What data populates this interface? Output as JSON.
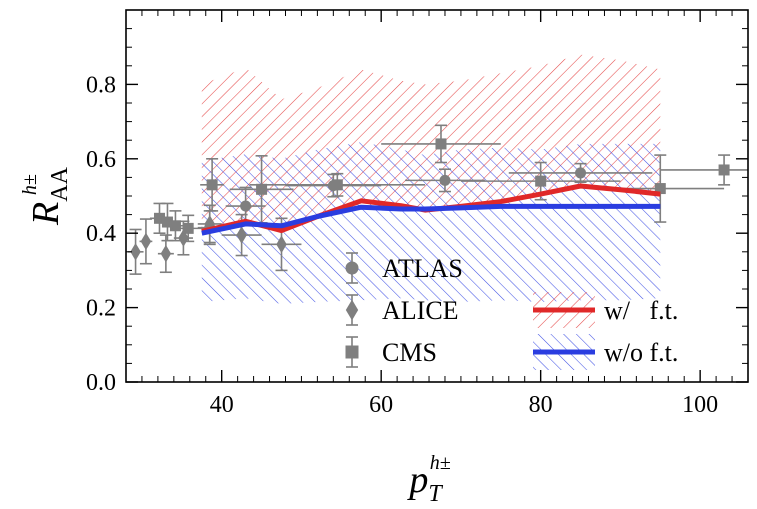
{
  "chart_data": {
    "type": "line",
    "xlabel": {
      "main": "p",
      "sub": "T",
      "sup": "h±"
    },
    "ylabel": {
      "main": "R",
      "sub": "AA",
      "sup": "h±"
    },
    "xlim": [
      28,
      106
    ],
    "ylim": [
      0.0,
      1.0
    ],
    "x_ticks": [
      40,
      60,
      80,
      100
    ],
    "x_tick_labels": [
      "40",
      "60",
      "80",
      "100"
    ],
    "y_ticks": [
      0.0,
      0.2,
      0.4,
      0.6,
      0.8
    ],
    "y_tick_labels": [
      "0.0",
      "0.2",
      "0.4",
      "0.6",
      "0.8"
    ],
    "grid": false,
    "legend_placement": "bottom",
    "colors": {
      "with_ft": "#e02828",
      "without_ft": "#2a3de0",
      "data_points": "#7f7f7f"
    },
    "series": [
      {
        "name": "w/   f.t.",
        "kind": "line_with_band",
        "x": [
          37.5,
          43,
          47.5,
          52,
          57.5,
          62.5,
          65.5,
          70,
          75,
          80,
          85,
          90,
          95
        ],
        "y": [
          0.405,
          0.432,
          0.407,
          0.445,
          0.487,
          0.474,
          0.462,
          0.472,
          0.485,
          0.505,
          0.527,
          0.517,
          0.505
        ],
        "band_upper": [
          0.8,
          0.845,
          0.76,
          0.79,
          0.84,
          0.81,
          0.8,
          0.81,
          0.83,
          0.85,
          0.88,
          0.865,
          0.84
        ],
        "band_lower": [
          0.405,
          0.432,
          0.407,
          0.445,
          0.487,
          0.474,
          0.462,
          0.472,
          0.485,
          0.505,
          0.527,
          0.517,
          0.505
        ]
      },
      {
        "name": "w/o f.t.",
        "kind": "line_with_band",
        "x": [
          37.5,
          43,
          47.5,
          52,
          57.5,
          62.5,
          65.5,
          70,
          75,
          80,
          85,
          90,
          95
        ],
        "y": [
          0.4,
          0.425,
          0.42,
          0.445,
          0.47,
          0.465,
          0.465,
          0.468,
          0.472,
          0.472,
          0.472,
          0.472,
          0.472
        ],
        "band_upper": [
          0.595,
          0.612,
          0.6,
          0.625,
          0.645,
          0.625,
          0.61,
          0.625,
          0.63,
          0.625,
          0.64,
          0.64,
          0.64
        ],
        "band_lower": [
          0.215,
          0.225,
          0.21,
          0.215,
          0.22,
          0.225,
          0.22,
          0.215,
          0.22,
          0.215,
          0.22,
          0.22,
          0.225
        ]
      },
      {
        "name": "ATLAS",
        "kind": "points",
        "marker": "circle",
        "points": [
          {
            "x": 38.5,
            "y": 0.415,
            "xerr": 1.5,
            "yerr": 0.045
          },
          {
            "x": 43,
            "y": 0.473,
            "xerr": 2.5,
            "yerr": 0.05
          },
          {
            "x": 54,
            "y": 0.528,
            "xerr": 6,
            "yerr": 0.03
          },
          {
            "x": 68,
            "y": 0.542,
            "xerr": 5,
            "yerr": 0.03
          },
          {
            "x": 85,
            "y": 0.562,
            "xerr": 9,
            "yerr": 0.025
          }
        ]
      },
      {
        "name": "ALICE",
        "kind": "points",
        "marker": "diamond",
        "points": [
          {
            "x": 29.2,
            "y": 0.35,
            "xerr": 1,
            "yerr": 0.06
          },
          {
            "x": 30.5,
            "y": 0.378,
            "xerr": 0.8,
            "yerr": 0.06
          },
          {
            "x": 33,
            "y": 0.345,
            "xerr": 1,
            "yerr": 0.05
          },
          {
            "x": 35.2,
            "y": 0.387,
            "xerr": 1.2,
            "yerr": 0.045
          },
          {
            "x": 38.5,
            "y": 0.425,
            "xerr": 1.5,
            "yerr": 0.05
          },
          {
            "x": 42.5,
            "y": 0.395,
            "xerr": 2.5,
            "yerr": 0.055
          },
          {
            "x": 47.5,
            "y": 0.37,
            "xerr": 2.5,
            "yerr": 0.07
          }
        ]
      },
      {
        "name": "CMS",
        "kind": "points",
        "marker": "square",
        "points": [
          {
            "x": 32.2,
            "y": 0.44,
            "xerr": 1.2,
            "yerr": 0.04
          },
          {
            "x": 33.2,
            "y": 0.43,
            "xerr": 1.0,
            "yerr": 0.05
          },
          {
            "x": 34.2,
            "y": 0.42,
            "xerr": 1.0,
            "yerr": 0.04
          },
          {
            "x": 35.8,
            "y": 0.413,
            "xerr": 2.0,
            "yerr": 0.035
          },
          {
            "x": 38.8,
            "y": 0.53,
            "xerr": 1.5,
            "yerr": 0.07
          },
          {
            "x": 45,
            "y": 0.518,
            "xerr": 4,
            "yerr": 0.09
          },
          {
            "x": 54.5,
            "y": 0.53,
            "xerr": 11,
            "yerr": 0.03
          },
          {
            "x": 67.5,
            "y": 0.64,
            "xerr": 7.5,
            "yerr": 0.05
          },
          {
            "x": 80,
            "y": 0.54,
            "xerr": 10,
            "yerr": 0.05
          },
          {
            "x": 95,
            "y": 0.52,
            "xerr": 8,
            "yerr": 0.09
          },
          {
            "x": 103,
            "y": 0.57,
            "xerr": 8,
            "yerr": 0.04
          }
        ]
      }
    ]
  }
}
